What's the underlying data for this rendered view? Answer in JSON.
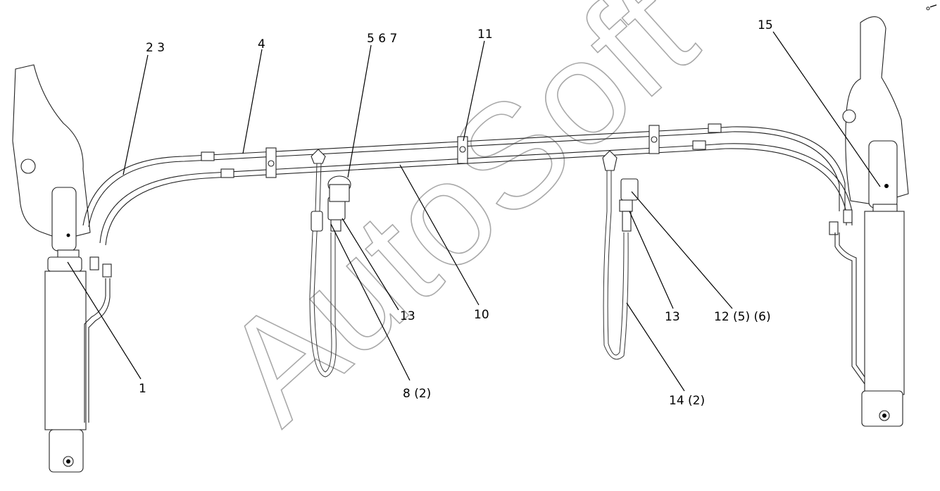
{
  "watermark": "AutoSoft",
  "callouts": {
    "c1": "1",
    "c23": "2 3",
    "c4": "4",
    "c567": "5 6 7",
    "c11": "11",
    "c15": "15",
    "c13a": "13",
    "c10": "10",
    "c13b": "13",
    "c12": "12 (5) (6)",
    "c8": "8 (2)",
    "c14": "14 (2)"
  }
}
